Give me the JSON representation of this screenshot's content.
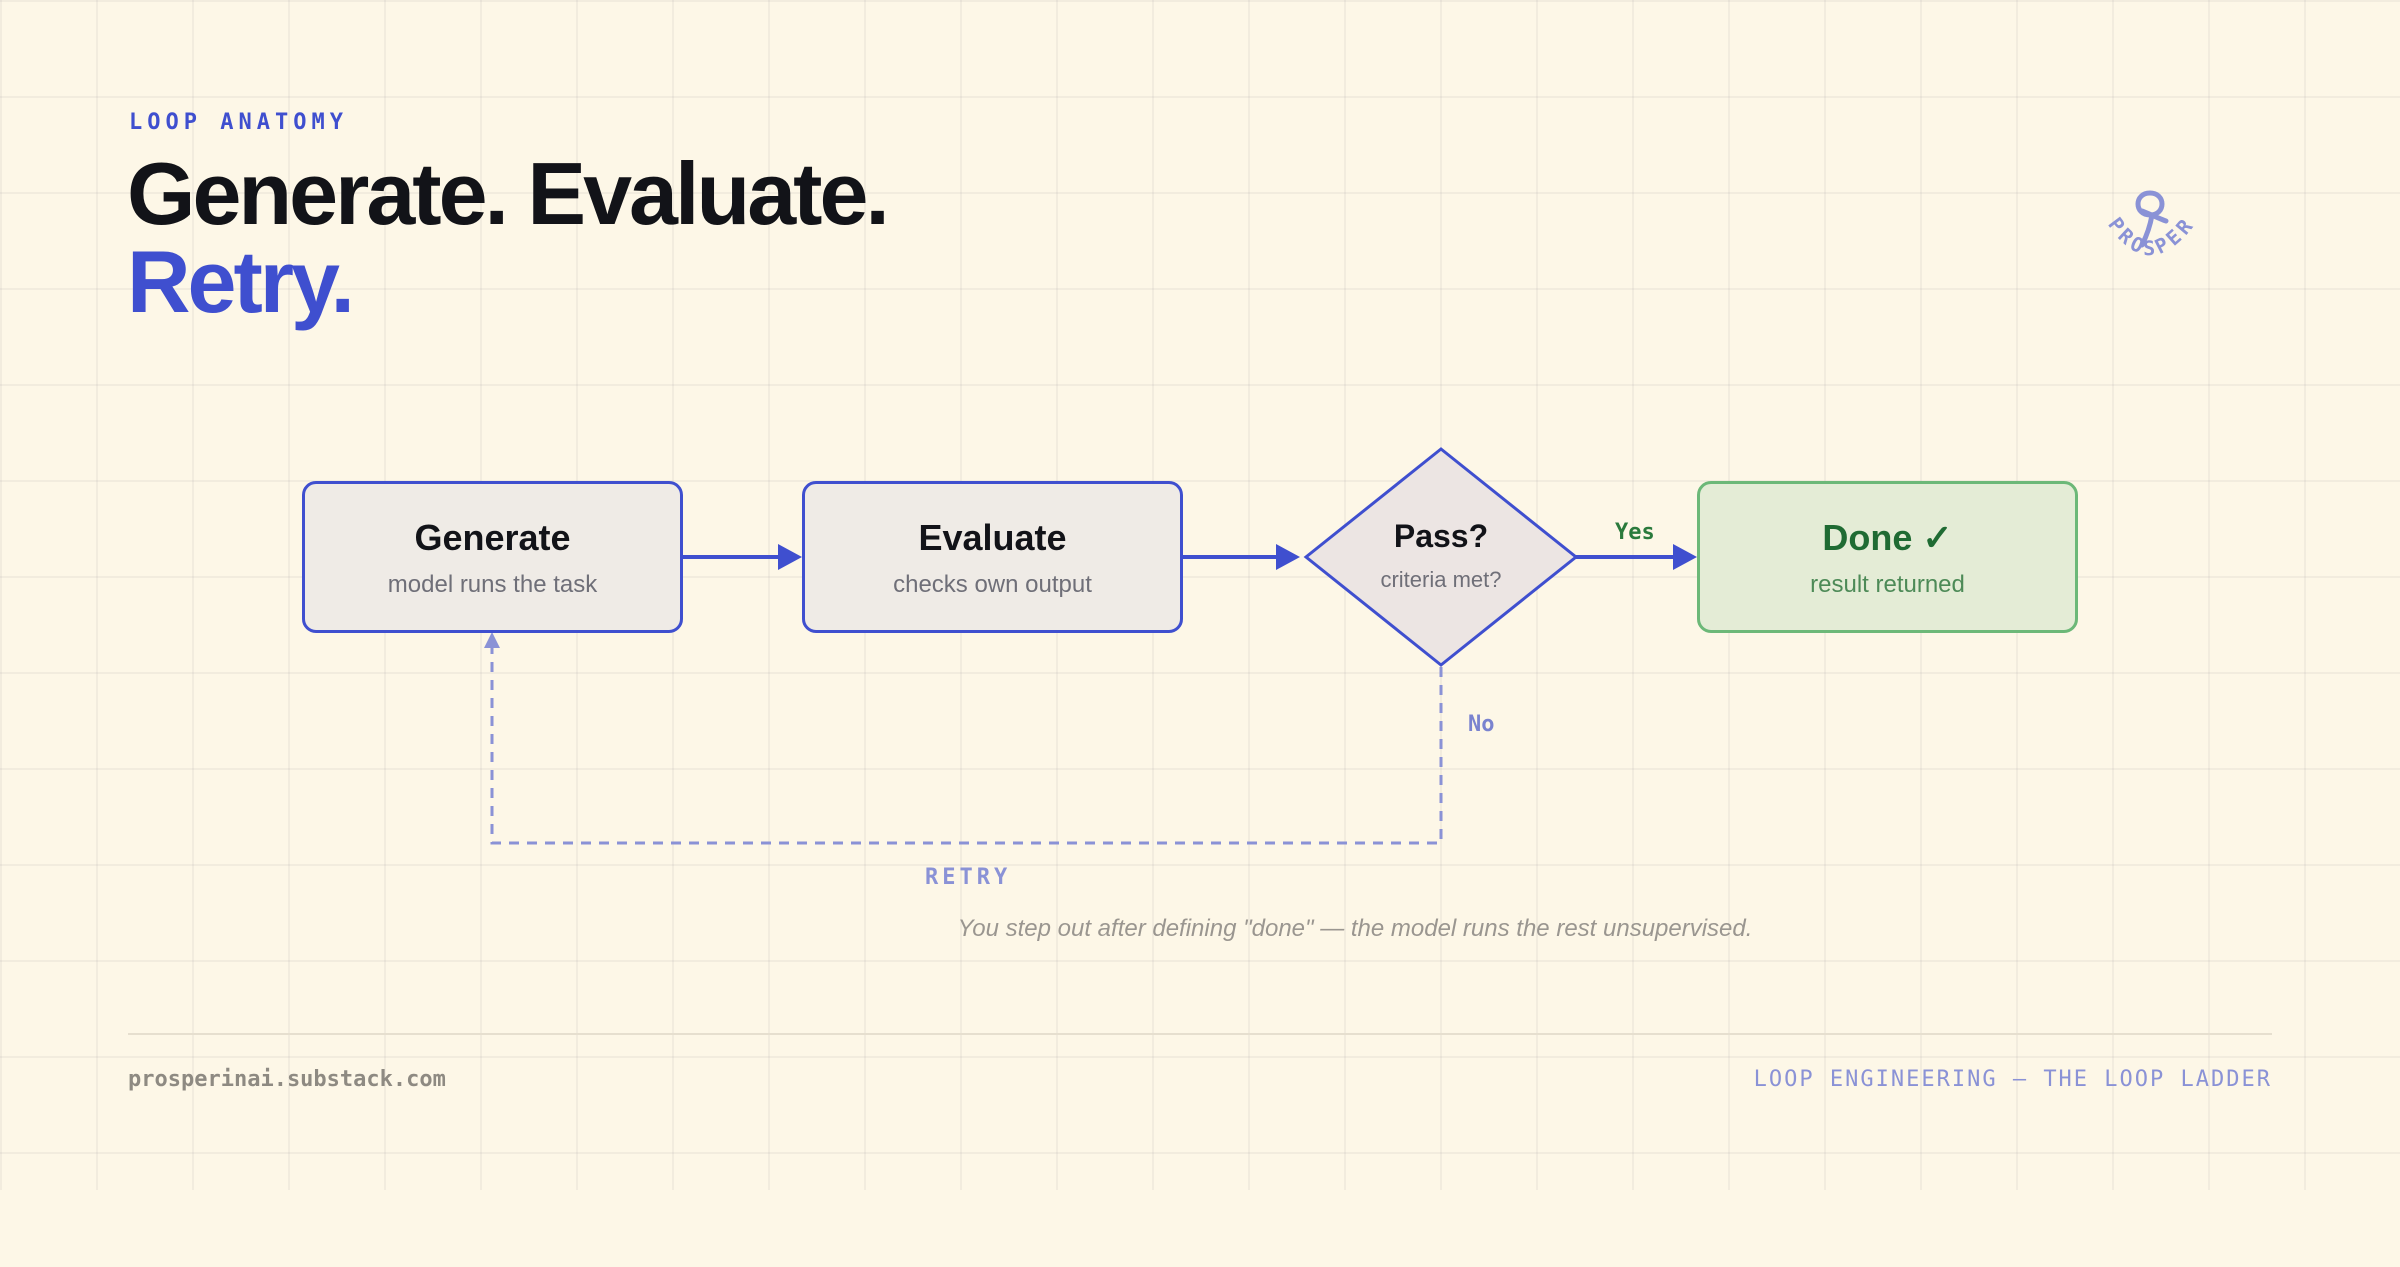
{
  "header": {
    "eyebrow": "LOOP ANATOMY",
    "title_line1": "Generate. Evaluate.",
    "title_line2": "Retry."
  },
  "brand": {
    "logo_text": "PROSPER",
    "logo_icon": "pretzel-loop-icon"
  },
  "diagram": {
    "nodes": [
      {
        "id": "generate",
        "title": "Generate",
        "subtitle": "model runs the task"
      },
      {
        "id": "evaluate",
        "title": "Evaluate",
        "subtitle": "checks own output"
      },
      {
        "id": "decision",
        "title": "Pass?",
        "subtitle": "criteria met?"
      },
      {
        "id": "done",
        "title": "Done ✓",
        "subtitle": "result returned"
      }
    ],
    "edge_labels": {
      "yes": "Yes",
      "no": "No",
      "retry": "RETRY"
    }
  },
  "caption": "You step out after defining \"done\" — the model runs the rest unsupervised.",
  "footer": {
    "left": "prosperinai.substack.com",
    "right": "LOOP ENGINEERING — THE LOOP LADDER"
  },
  "colors": {
    "background": "#fdf7e7",
    "accent": "#3f4fcf",
    "success": "#6cb878",
    "text": "#121318"
  }
}
